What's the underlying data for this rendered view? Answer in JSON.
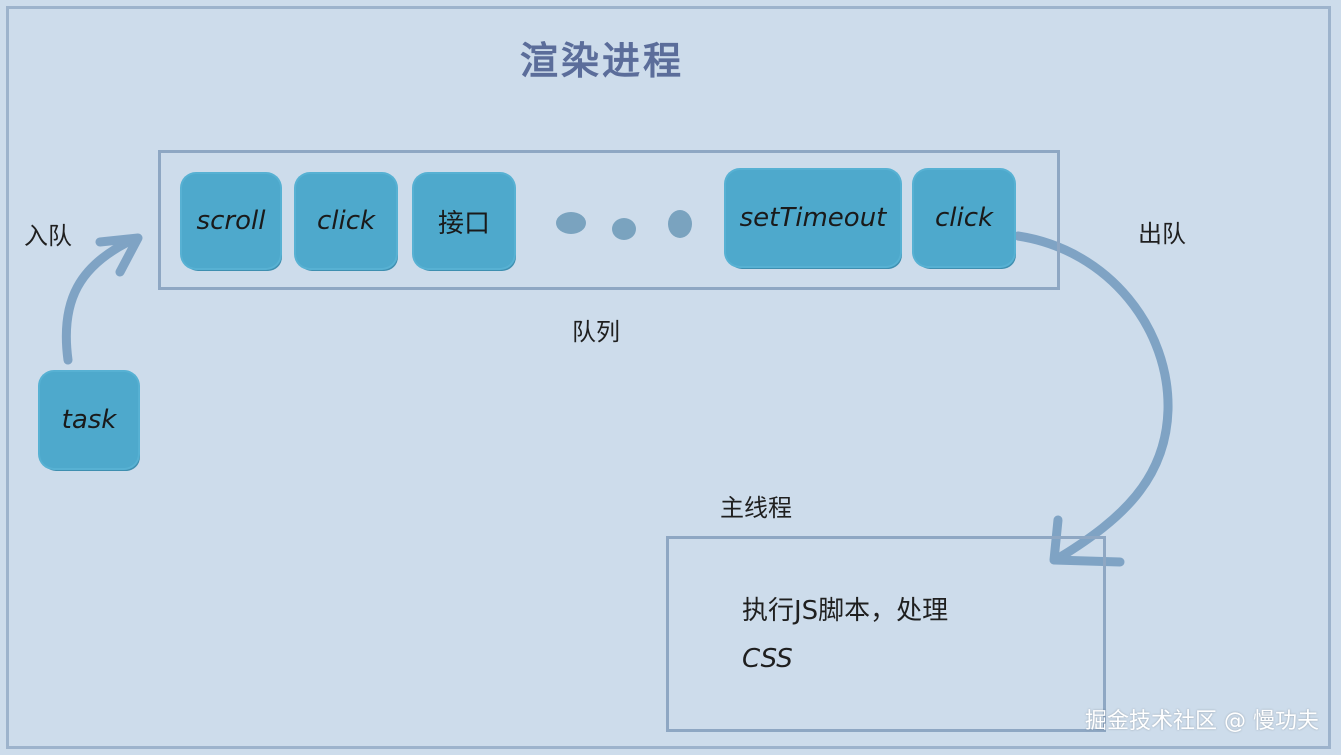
{
  "title": "渲染进程",
  "labels": {
    "enqueue": "入队",
    "dequeue": "出队",
    "queue": "队列",
    "main_thread": "主线程"
  },
  "queue_items": [
    "scroll",
    "click",
    "接口",
    "setTimeout",
    "click"
  ],
  "task": "task",
  "main_box": {
    "line1": "执行JS脚本，处理",
    "line2": "CSS"
  },
  "watermark": "掘金技术社区 @ 慢功夫",
  "colors": {
    "background": "#cddceb",
    "chip": "#4ea9cc",
    "border": "#8ea7c3",
    "title": "#5b6d9a",
    "arrow": "#7fa3c4"
  }
}
